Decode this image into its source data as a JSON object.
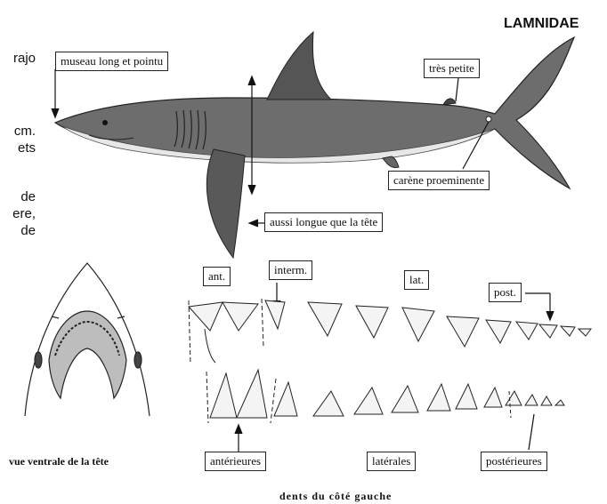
{
  "family": "LAMNIDAE",
  "side_text": [
    "rajo",
    "cm.",
    "ets",
    "de",
    "ere,",
    "de"
  ],
  "labels": {
    "snout": "museau long et pointu",
    "tiny": "très petite",
    "keel": "carène proeminente",
    "pectoral": "aussi longue que la tête"
  },
  "teeth_labels": {
    "ant": "ant.",
    "interm": "interm.",
    "lat": "lat.",
    "post": "post.",
    "anterior": "antérieures",
    "lateral": "latérales",
    "posterior": "postérieures"
  },
  "captions": {
    "head": "vue ventrale de la tête",
    "teeth": "dents du côté gauche"
  }
}
